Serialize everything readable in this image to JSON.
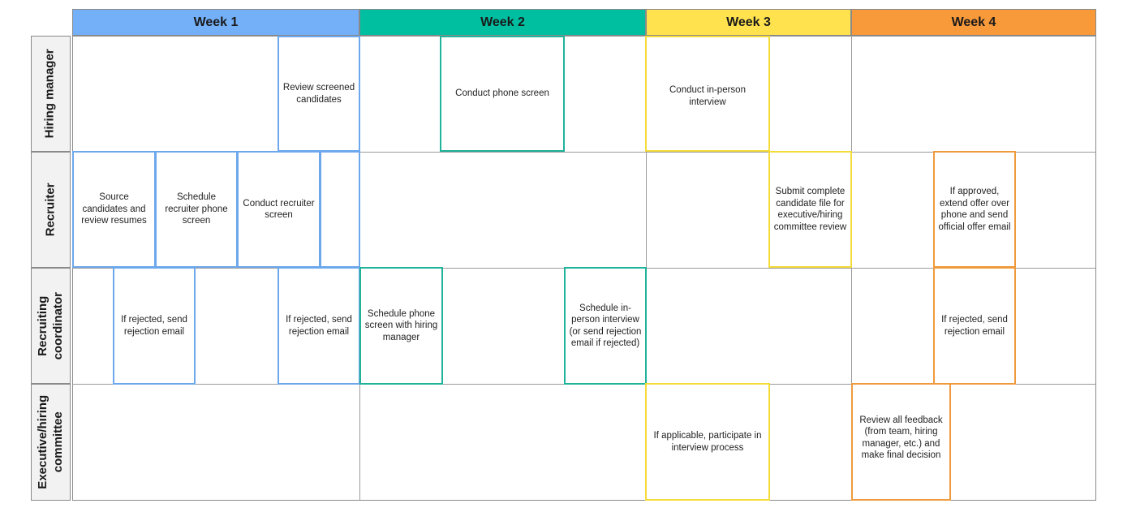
{
  "colors": {
    "week1": "#74b0f8",
    "week2": "#00bfa1",
    "week3": "#ffe24d",
    "week4": "#f8993a",
    "lane_label_bg": "#f2f2f2"
  },
  "weeks": [
    {
      "label": "Week 1"
    },
    {
      "label": "Week 2"
    },
    {
      "label": "Week 3"
    },
    {
      "label": "Week 4"
    }
  ],
  "lanes": [
    {
      "label": "Hiring manager"
    },
    {
      "label": "Recruiter"
    },
    {
      "label": "Recruiting coordinator"
    },
    {
      "label": "Executive/hiring committee"
    }
  ],
  "tasks": {
    "review_screened": "Review screened candidates",
    "conduct_phone_screen": "Conduct phone screen",
    "conduct_in_person": "Conduct in-person interview",
    "source_candidates": "Source candidates and review resumes",
    "schedule_recruiter_screen": "Schedule recruiter phone screen",
    "conduct_recruiter_screen": "Conduct recruiter screen",
    "submit_candidate_file": "Submit complete candidate file for executive/hiring committee review",
    "extend_offer": "If approved, extend offer over phone and send official offer email",
    "rejection_email_1": "If rejected, send rejection email",
    "rejection_email_2": "If rejected, send rejection email",
    "schedule_phone_screen_hm": "Schedule phone screen with hiring manager",
    "schedule_in_person": "Schedule in-person interview (or send rejection email if rejected)",
    "rejection_email_3": "If rejected, send rejection email",
    "participate_interview": "If applicable, participate in interview process",
    "final_decision": "Review all feedback (from team, hiring manager, etc.) and make final decision"
  }
}
